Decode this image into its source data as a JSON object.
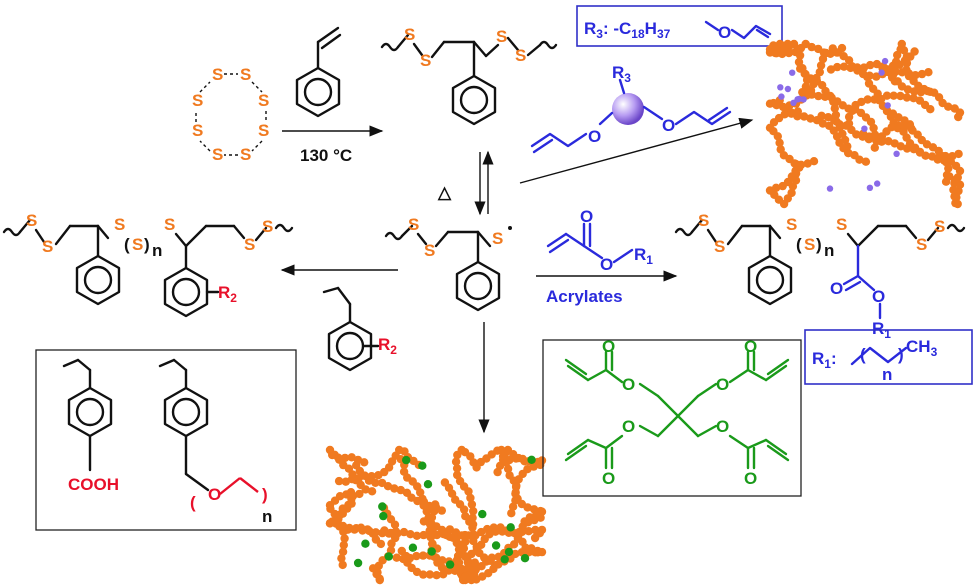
{
  "conditions": {
    "temperature": "130 °C",
    "heat_symbol": "△"
  },
  "atoms": {
    "sulfur": "S",
    "oxygen": "O",
    "repeat_n": "n"
  },
  "labels": {
    "r1": "R",
    "r1_sub": "1",
    "r2": "R",
    "r2_sub": "2",
    "r3": "R",
    "r3_sub": "3",
    "acrylates": "Acrylates",
    "cooh": "COOH",
    "ch3": "CH",
    "ch3_sub": "3"
  },
  "r3_box": {
    "prefix": "R",
    "prefix_sub": "3",
    "chain": ": -C",
    "chain_sub1": "18",
    "chain_h": "H",
    "chain_sub2": "37"
  },
  "r1_box": {
    "prefix": "R",
    "prefix_sub": "1",
    "colon": ":"
  },
  "colors": {
    "sulfur": "#f07a20",
    "acrylate_blue": "#2a2adc",
    "r2_red": "#e8102a",
    "crosslinker_green": "#1a9a1a",
    "network_orange": "#f07a20",
    "allyl_node": "#8a6be8"
  }
}
